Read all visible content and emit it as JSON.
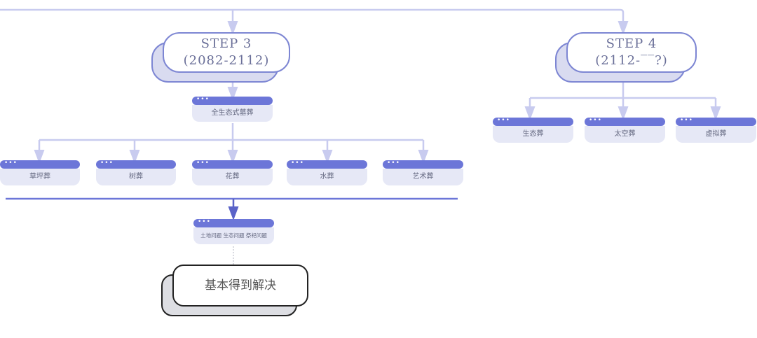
{
  "steps": [
    {
      "title": "STEP  3",
      "range": "(2082-2112)"
    },
    {
      "title": "STEP  4",
      "range": "(2112-‾‾?)"
    }
  ],
  "node_bar_glyph": "•••",
  "nodes": {
    "eco_burial": "全生态式墓葬",
    "grass": "草坪葬",
    "tree": "树葬",
    "flower": "花葬",
    "water": "水葬",
    "art": "艺术葬",
    "problems": "土地问题  生态问题  祭祀问题",
    "step4_eco": "生态葬",
    "space": "太空葬",
    "virtual": "虚拟葬"
  },
  "result": "基本得到解决",
  "colors": {
    "line": "#c8cbef",
    "accent": "#6c76d8",
    "pill": "#e6e8f6"
  }
}
